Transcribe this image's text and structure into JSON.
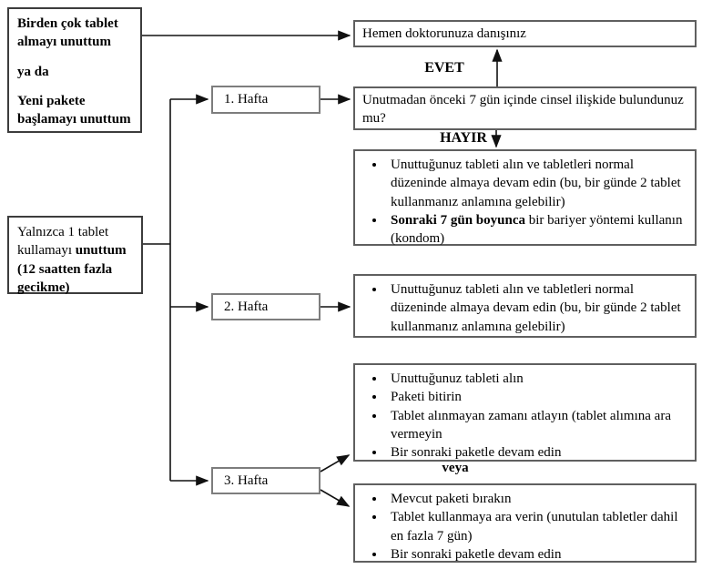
{
  "diagram": {
    "kind": "flowchart",
    "language": "tr",
    "topic": "missed contraceptive tablet instructions"
  },
  "boxes": {
    "forgot_multiple": {
      "paragraphs": [
        "Birden çok tablet almayı unuttum",
        "ya da",
        "Yeni pakete başlamayı unuttum"
      ]
    },
    "forgot_single": {
      "segments": [
        {
          "text": "Yalnızca 1 tablet kullamayı ",
          "bold": false
        },
        {
          "text": "unuttum (12 saatten fazla gecikme)",
          "bold": true
        }
      ]
    },
    "week1": {
      "label": "1. Hafta"
    },
    "week2": {
      "label": "2. Hafta"
    },
    "week3": {
      "label": "3. Hafta"
    },
    "consult_doctor": {
      "text": "Hemen doktorunuza danışınız"
    },
    "question": {
      "text": "Unutmadan önceki 7 gün içinde cinsel ilişkide bulundunuz mu?"
    },
    "week1_action": {
      "bullets": [
        [
          {
            "text": "Unuttuğunuz tableti alın ve tabletleri normal düzeninde almaya devam edin (bu, bir günde 2 tablet kullanmanız anlamına gelebilir)",
            "bold": false
          }
        ],
        [
          {
            "text": "Sonraki 7 gün boyunca",
            "bold": true
          },
          {
            "text": " bir bariyer yöntemi kullanın (kondom)",
            "bold": false
          }
        ]
      ]
    },
    "week2_action": {
      "bullets": [
        [
          {
            "text": "Unuttuğunuz tableti alın ve tabletleri normal düzeninde almaya devam edin (bu, bir günde 2 tablet kullanmanız anlamına gelebilir)",
            "bold": false
          }
        ]
      ]
    },
    "week3_option_a": {
      "bullets": [
        [
          {
            "text": "Unuttuğunuz tableti alın",
            "bold": false
          }
        ],
        [
          {
            "text": "Paketi bitirin",
            "bold": false
          }
        ],
        [
          {
            "text": "Tablet alınmayan zamanı atlayın (tablet alımına ara vermeyin",
            "bold": false
          }
        ],
        [
          {
            "text": "Bir sonraki paketle devam edin",
            "bold": false
          }
        ]
      ]
    },
    "week3_option_b": {
      "bullets": [
        [
          {
            "text": "Mevcut paketi bırakın",
            "bold": false
          }
        ],
        [
          {
            "text": "Tablet kullanmaya ara verin (unutulan tabletler dahil en fazla 7 gün)",
            "bold": false
          }
        ],
        [
          {
            "text": "Bir sonraki paketle devam edin",
            "bold": false
          }
        ]
      ]
    }
  },
  "connector_labels": {
    "yes": "EVET",
    "no": "HAYIR",
    "or": "veya"
  },
  "colors": {
    "left_box_border": "#3c3c3c",
    "week_box_border": "#7d7d7d",
    "right_box_border": "#5f5f5f",
    "arrow": "#111111",
    "text": "#000000",
    "background": "#ffffff"
  }
}
